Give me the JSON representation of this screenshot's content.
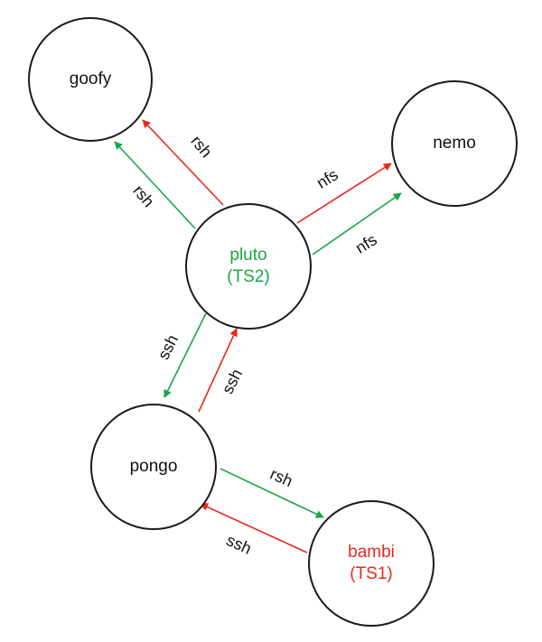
{
  "diagram": {
    "type": "network-graph",
    "colors": {
      "red": "#e8281e",
      "green": "#1aa54a",
      "black": "#111111"
    },
    "nodes": [
      {
        "id": "goofy",
        "lines": [
          "goofy"
        ],
        "color": "black"
      },
      {
        "id": "nemo",
        "lines": [
          "nemo"
        ],
        "color": "black"
      },
      {
        "id": "pluto",
        "lines": [
          "pluto",
          "(TS2)"
        ],
        "color": "green"
      },
      {
        "id": "pongo",
        "lines": [
          "pongo"
        ],
        "color": "black"
      },
      {
        "id": "bambi",
        "lines": [
          "bambi",
          "(TS1)"
        ],
        "color": "red"
      }
    ],
    "edges": [
      {
        "from": "pluto",
        "to": "goofy",
        "label": "rsh",
        "color": "red"
      },
      {
        "from": "pluto",
        "to": "goofy",
        "label": "rsh",
        "color": "green"
      },
      {
        "from": "pluto",
        "to": "nemo",
        "label": "nfs",
        "color": "red"
      },
      {
        "from": "pluto",
        "to": "nemo",
        "label": "nfs",
        "color": "green"
      },
      {
        "from": "pluto",
        "to": "pongo",
        "label": "ssh",
        "color": "green"
      },
      {
        "from": "pongo",
        "to": "pluto",
        "label": "ssh",
        "color": "red"
      },
      {
        "from": "pongo",
        "to": "bambi",
        "label": "rsh",
        "color": "green"
      },
      {
        "from": "bambi",
        "to": "pongo",
        "label": "ssh",
        "color": "red"
      }
    ]
  }
}
